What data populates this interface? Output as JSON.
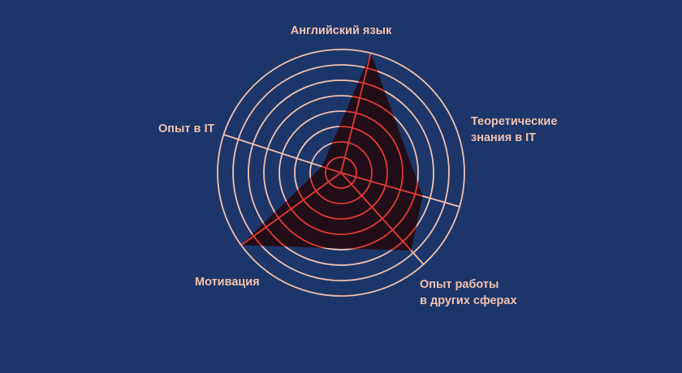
{
  "colors": {
    "background": "#1d3669",
    "grid": "#f2c1b0",
    "fill": "#220e19",
    "inner_grid": "#e23a34"
  },
  "chart_data": {
    "type": "radar",
    "rings": 8,
    "max": 8,
    "axes": [
      {
        "label_lines": [
          "Английский язык"
        ]
      },
      {
        "label_lines": [
          "Теоретические",
          "знания в IT"
        ]
      },
      {
        "label_lines": [
          "Опыт работы",
          "в других сферах"
        ]
      },
      {
        "label_lines": [
          "Мотивация"
        ]
      },
      {
        "label_lines": [
          "Опыт в IT"
        ]
      }
    ],
    "values": [
      8,
      5.5,
      6.8,
      8,
      1.3
    ]
  }
}
